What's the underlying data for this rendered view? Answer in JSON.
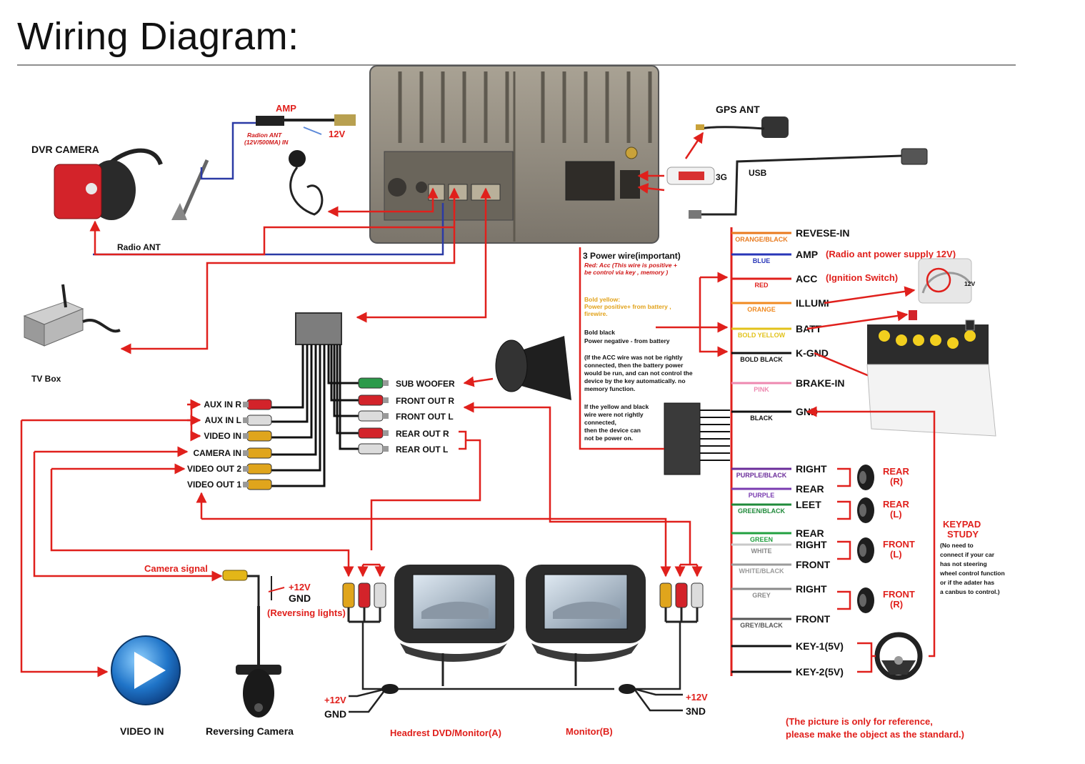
{
  "page": {
    "title": "Wiring Diagram:"
  },
  "head_unit": {
    "gps_ant": "GPS ANT",
    "usb": "USB",
    "threeg": "3G"
  },
  "top_left": {
    "amp": "AMP",
    "radio_ant_note_line1": "Radion ANT",
    "radio_ant_note_line2": "(12V/500MA) IN",
    "twelve_v": "12V",
    "dvr_camera": "DVR CAMERA",
    "radio_ant": "Radio ANT",
    "tv_box": "TV Box"
  },
  "rca_left": {
    "items": [
      "AUX IN R",
      "AUX IN L",
      "VIDEO IN",
      "CAMERA IN",
      "VIDEO OUT 2",
      "VIDEO OUT 1"
    ]
  },
  "rca_right": {
    "items": [
      "SUB WOOFER",
      "FRONT OUT R",
      "FRONT OUT L",
      "REAR OUT R",
      "REAR OUT L"
    ]
  },
  "power_note": {
    "heading": "3 Power wire(important)",
    "red_acc_1": "Red: Acc (This wire is positive +",
    "red_acc_2": "be control via key , memory )",
    "bold_yellow_1": "Bold yellow:",
    "bold_yellow_2": "Power positive+ from battery ,",
    "bold_yellow_3": "firewire.",
    "bold_black_1": "Bold black",
    "bold_black_2": "Power negative - from battery",
    "acc_note_1": "(If the ACC wire was not be rightly",
    "acc_note_2": "connected, then the battery power",
    "acc_note_3": "would be run, and can not control the",
    "acc_note_4": "device by the key automatically. no",
    "acc_note_5": "memory function.",
    "yb_note_1": "If the yellow and black",
    "yb_note_2": "wire were not rightly",
    "yb_note_3": "connected,",
    "yb_note_4": "then the device can",
    "yb_note_5": "not be power on."
  },
  "harness": {
    "wires": [
      {
        "color_name": "ORANGE/BLACK",
        "function": "REVESE-IN",
        "color": "#e87a1e"
      },
      {
        "color_name": "BLUE",
        "function": "AMP",
        "color": "#2836b8"
      },
      {
        "color_name": "RED",
        "function": "ACC",
        "color": "#e0201c"
      },
      {
        "color_name": "ORANGE",
        "function": "ILLUMI",
        "color": "#f08a20"
      },
      {
        "color_name": "BOLD YELLOW",
        "function": "BATT",
        "color": "#e2c21a"
      },
      {
        "color_name": "BOLD BLACK",
        "function": "K-GND",
        "color": "#111111"
      },
      {
        "color_name": "PINK",
        "function": "BRAKE-IN",
        "color": "#ee88b0"
      },
      {
        "color_name": "BLACK",
        "function": "GND",
        "color": "#111111"
      },
      {
        "color_name": "PURPLE/BLACK",
        "function": "RIGHT",
        "color": "#6a2c9a"
      },
      {
        "color_name": "PURPLE",
        "function": "REAR",
        "color": "#7a3cb0"
      },
      {
        "color_name": "GREEN/BLACK",
        "function": "LEET",
        "color": "#1f8a3a"
      },
      {
        "color_name": "GREEN",
        "function": "REAR",
        "color": "#22a040"
      },
      {
        "color_name": "WHITE",
        "function": "RIGHT",
        "color": "#c8c8c8"
      },
      {
        "color_name": "WHITE/BLACK",
        "function": "FRONT",
        "color": "#9a9a9a"
      },
      {
        "color_name": "GREY",
        "function": "RIGHT",
        "color": "#8a8a8a"
      },
      {
        "color_name": "GREY/BLACK",
        "function": "FRONT",
        "color": "#555555"
      },
      {
        "color_name": "",
        "function": "KEY-1(5V)",
        "color": "#111111"
      },
      {
        "color_name": "",
        "function": "KEY-2(5V)",
        "color": "#111111"
      }
    ],
    "amp_note": "(Radio  ant power supply 12V)",
    "acc_note": "(Ignition Switch)",
    "twelve_v": "12V"
  },
  "speakers": {
    "rear_r": [
      "REAR",
      "(R)"
    ],
    "rear_l": [
      "REAR",
      "(L)"
    ],
    "front_l": [
      "FRONT",
      "(L)"
    ],
    "front_r": [
      "FRONT",
      "(R)"
    ]
  },
  "keypad": {
    "title_1": "KEYPAD",
    "title_2": "STUDY",
    "note_1": "(No need to",
    "note_2": "connect  if your car",
    "note_3": "has not steering",
    "note_4": "wheel control function",
    "note_5": "or if the adater has",
    "note_6": "a canbus to control.)"
  },
  "bottom": {
    "camera_signal": "Camera signal",
    "plus12v": "+12V",
    "gnd": "GND",
    "reversing_lights": "(Reversing lights)",
    "video_in": "VIDEO IN",
    "reversing_camera": "Reversing Camera",
    "headrest_a": "Headrest DVD/Monitor(A)",
    "monitor_b": "Monitor(B)",
    "plus12v_a": "+12V",
    "gnd_a": "GND",
    "plus12v_b": "+12V",
    "gnd_b": "3ND",
    "disclaimer_1": "(The picture is only for reference,",
    "disclaimer_2": "please make the object as the standard.)"
  }
}
